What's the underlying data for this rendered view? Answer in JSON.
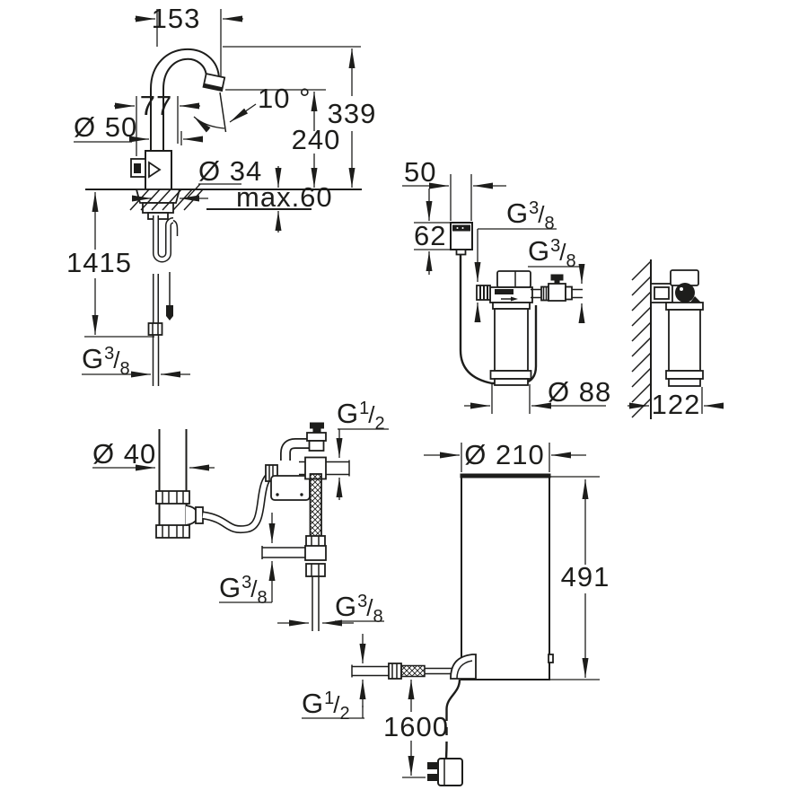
{
  "drawing": {
    "type": "technical-dimension-drawing",
    "subject": "kitchen faucet with under-sink boiler and filter system",
    "ink_color": "#1d1d1b",
    "background_color": "#ffffff"
  },
  "views": {
    "faucet": {
      "reach": "153",
      "spout_offset": "77",
      "spout_angle": "10 °",
      "base_diameter": "Ø 50",
      "outlet_height": "240",
      "total_height": "339",
      "hole_diameter": "Ø 34",
      "max_deck": "max.60",
      "connection_length": "1415"
    },
    "undersink": {
      "box_width": "50",
      "box_height": "62",
      "filter_diameter": "Ø 88"
    },
    "filter_side": {
      "depth": "122"
    },
    "valve_group": {
      "trap_diameter": "Ø 40"
    },
    "boiler": {
      "diameter": "Ø 210",
      "height": "491",
      "cable_length": "1600"
    }
  },
  "threads": {
    "g38": {
      "prefix": "G",
      "sup": "3",
      "slash": "/",
      "sub": "8"
    },
    "g12": {
      "prefix": "G",
      "sup": "1",
      "slash": "/",
      "sub": "2"
    }
  }
}
